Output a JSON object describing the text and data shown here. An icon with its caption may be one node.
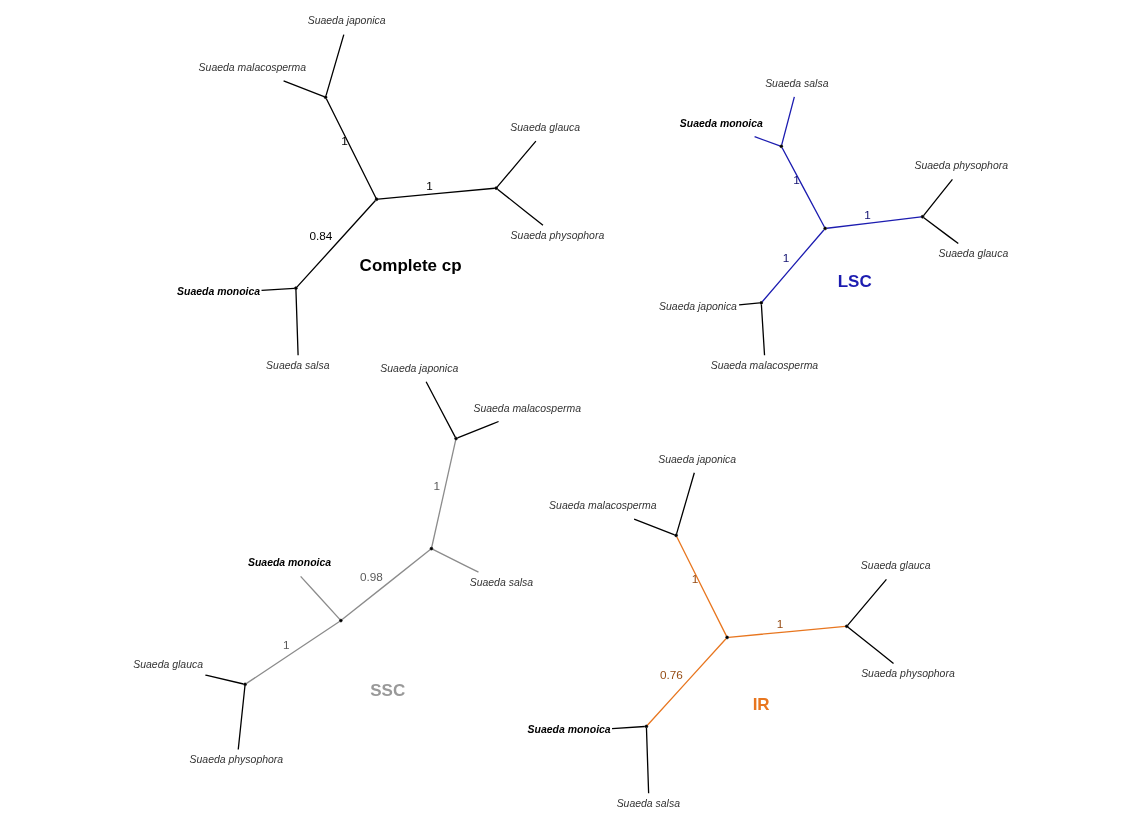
{
  "diagram": {
    "nodes": [
      {
        "text": [
          "Suaeda monoica"
        ]
      },
      {
        "text": [
          "Suaeda physophora"
        ]
      },
      {
        "text": [
          "Suaeda salsa"
        ]
      },
      {
        "text": [
          "Suaeda glauca"
        ]
      },
      {
        "text": [
          "Suaeda japonica"
        ]
      },
      {
        "text": [
          "Suaeda malacosperma"
        ]
      },
      {
        "text": [],
        "shape": "point"
      },
      {
        "text": [],
        "shape": "point"
      },
      {
        "text": [],
        "shape": "point"
      },
      {
        "text": [],
        "shape": "point"
      },
      {
        "text": [
          "Suaeda monoica"
        ]
      },
      {
        "text": [
          "Suaeda physophora"
        ]
      },
      {
        "text": [
          "Suaeda salsa"
        ]
      },
      {
        "text": [
          "Suaeda glauca"
        ]
      },
      {
        "text": [
          "Suaeda japonica"
        ]
      },
      {
        "text": [
          "Suaeda malacosperma"
        ]
      },
      {
        "text": [],
        "shape": "point"
      },
      {
        "text": [],
        "shape": "point"
      },
      {
        "text": [],
        "shape": "point"
      },
      {
        "text": [],
        "shape": "point"
      },
      {
        "text": [
          "Suaeda glauca"
        ]
      },
      {
        "text": [
          "Suaeda salsa"
        ]
      },
      {
        "text": [
          "Suaeda physophora"
        ]
      },
      {
        "text": [
          "Suaeda monoica"
        ]
      },
      {
        "text": [
          "Suaeda malacosperma"
        ]
      },
      {
        "text": [
          "Suaeda japonica"
        ]
      },
      {
        "text": [],
        "shape": "point"
      },
      {
        "text": [],
        "shape": "point"
      },
      {
        "text": [],
        "shape": "point"
      },
      {
        "text": [],
        "shape": "point"
      },
      {
        "text": [
          "Suaeda japonica"
        ]
      },
      {
        "text": [
          "Suaeda salsa"
        ]
      },
      {
        "text": [
          "Suaeda malacosperma"
        ]
      },
      {
        "text": [
          "Suaeda monoica"
        ]
      },
      {
        "text": [
          "Suaeda glauca"
        ]
      },
      {
        "text": [
          "Suaeda physophora"
        ]
      },
      {
        "text": [],
        "shape": "point"
      },
      {
        "text": [],
        "shape": "point"
      },
      {
        "text": [],
        "shape": "point"
      },
      {
        "text": [],
        "shape": "point"
      }
    ],
    "edges": [
      {
        "from": 6,
        "to": 0,
        "arrow": "none"
      },
      {
        "from": 6,
        "to": 2,
        "arrow": "none"
      },
      {
        "from": 7,
        "to": 1,
        "arrow": "none"
      },
      {
        "from": 7,
        "to": 3,
        "arrow": "none"
      },
      {
        "from": 9,
        "to": 4,
        "arrow": "none"
      },
      {
        "from": 9,
        "to": 5,
        "arrow": "none"
      },
      {
        "from": 8,
        "to": 6,
        "arrow": "none",
        "label": "0.84"
      },
      {
        "from": 8,
        "to": 7,
        "arrow": "none",
        "label": "1"
      },
      {
        "from": 8,
        "to": 9,
        "arrow": "none",
        "label": "1"
      },
      {
        "from": 16,
        "to": 10,
        "arrow": "none"
      },
      {
        "from": 16,
        "to": 12,
        "arrow": "none"
      },
      {
        "from": 17,
        "to": 11,
        "arrow": "none"
      },
      {
        "from": 17,
        "to": 13,
        "arrow": "none"
      },
      {
        "from": 19,
        "to": 14,
        "arrow": "none"
      },
      {
        "from": 19,
        "to": 15,
        "arrow": "none"
      },
      {
        "from": 18,
        "to": 16,
        "arrow": "none",
        "label": "0.76",
        "color": "#e8761f"
      },
      {
        "from": 18,
        "to": 17,
        "arrow": "none",
        "label": "1",
        "color": "#e8761f"
      },
      {
        "from": 18,
        "to": 19,
        "arrow": "none",
        "label": "1",
        "color": "#e8761f"
      },
      {
        "from": 26,
        "to": 20,
        "arrow": "none"
      },
      {
        "from": 26,
        "to": 22,
        "arrow": "none"
      },
      {
        "from": 27,
        "to": 26,
        "arrow": "none",
        "label": "1",
        "color": "#8c8c8c"
      },
      {
        "from": 27,
        "to": 23,
        "arrow": "none",
        "color": "#8c8c8c"
      },
      {
        "from": 27,
        "to": 28,
        "arrow": "none",
        "label": "0.98",
        "color": "#8c8c8c"
      },
      {
        "from": 28,
        "to": 21,
        "arrow": "none",
        "color": "#8c8c8c"
      },
      {
        "from": 28,
        "to": 29,
        "arrow": "none",
        "label": "1",
        "color": "#8c8c8c"
      },
      {
        "from": 29,
        "to": 24,
        "arrow": "none"
      },
      {
        "from": 29,
        "to": 25,
        "arrow": "none"
      },
      {
        "from": 36,
        "to": 30,
        "arrow": "none"
      },
      {
        "from": 36,
        "to": 32,
        "arrow": "none"
      },
      {
        "from": 37,
        "to": 36,
        "arrow": "none",
        "label": "1",
        "color": "#1c1cb0"
      },
      {
        "from": 37,
        "to": 38,
        "arrow": "none",
        "label": "1",
        "color": "#1c1cb0"
      },
      {
        "from": 38,
        "to": 31,
        "arrow": "none",
        "color": "#1c1cb0"
      },
      {
        "from": 38,
        "to": 33,
        "arrow": "none",
        "color": "#1c1cb0"
      },
      {
        "from": 37,
        "to": 39,
        "arrow": "none",
        "label": "1",
        "color": "#1c1cb0"
      },
      {
        "from": 39,
        "to": 34,
        "arrow": "none"
      },
      {
        "from": 39,
        "to": 35,
        "arrow": "none"
      }
    ],
    "labels": [
      "Complete cp",
      "IR",
      "SSC",
      "LSC"
    ]
  }
}
